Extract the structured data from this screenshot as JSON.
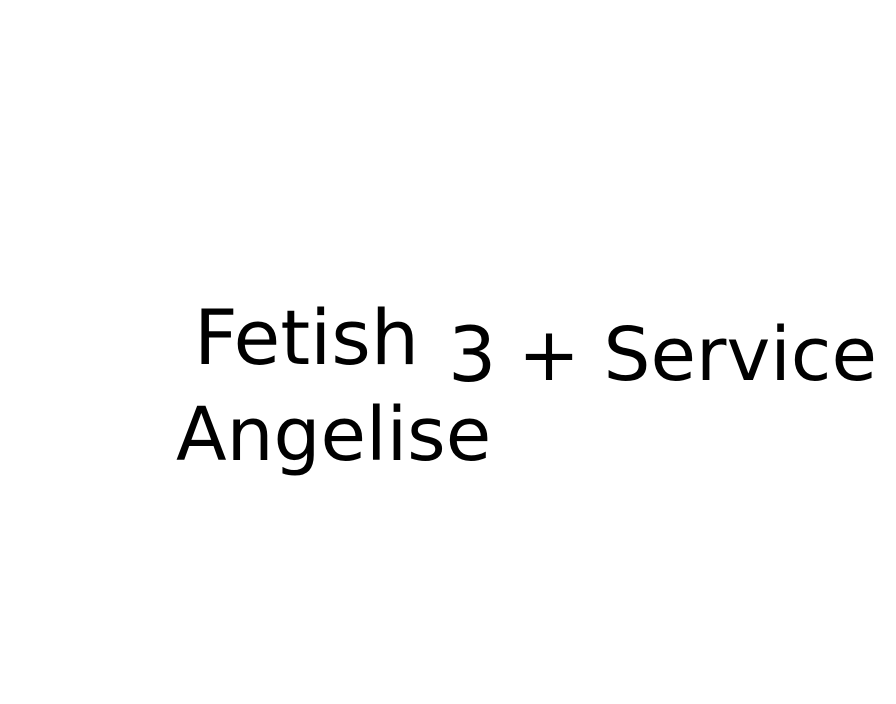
{
  "canvas": {
    "background": "#ffffff",
    "text_color": "#000000"
  },
  "text": {
    "line1_part1": "Fetish",
    "line1_part2": "3",
    "line1_part3": "+ Service",
    "line2": "Angelise"
  }
}
